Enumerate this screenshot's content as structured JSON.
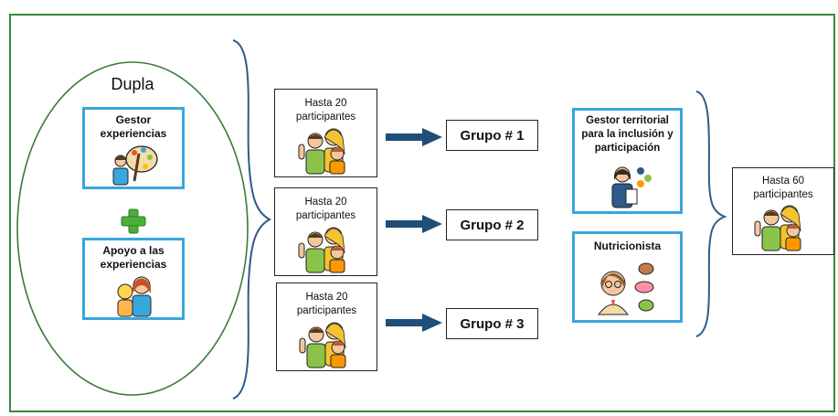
{
  "dupla": {
    "title": "Dupla",
    "gestor_label_1": "Gestor",
    "gestor_label_2": "experiencias",
    "apoyo_label_1": "Apoyo a las",
    "apoyo_label_2": "experiencias"
  },
  "participants": {
    "line1": "Hasta 20",
    "line2": "participantes"
  },
  "groups": [
    {
      "label": "Grupo # 1"
    },
    {
      "label": "Grupo # 2"
    },
    {
      "label": "Grupo # 3"
    }
  ],
  "gestor_territorial": {
    "line1": "Gestor territorial",
    "line2": "para la inclusión y",
    "line3": "participación"
  },
  "nutricionista": {
    "label": "Nutricionista"
  },
  "total": {
    "line1": "Hasta 60",
    "line2": "participantes"
  },
  "colors": {
    "frame": "#3a8a3a",
    "box_blue": "#3aa6dd",
    "arrow": "#1f4e79",
    "plus": "#4caf3a",
    "brace": "#2f5a8a"
  }
}
